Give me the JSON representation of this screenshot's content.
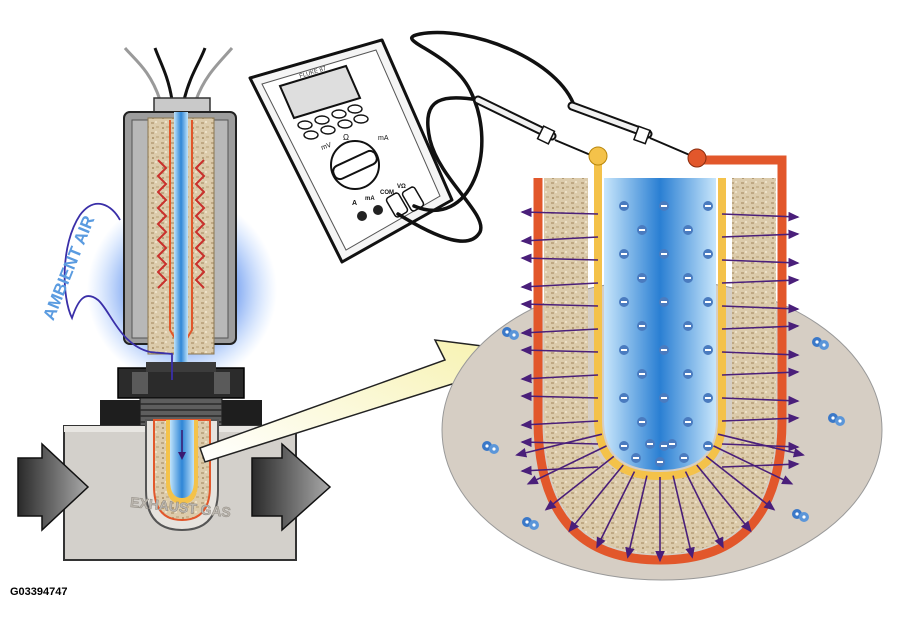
{
  "labels": {
    "ambient_air": "AMBIENT AIR",
    "exhaust_gas": "EXHAUST GAS",
    "figure_id": "G03394747"
  },
  "multimeter": {
    "brand": "FLUKE 87",
    "jack_labels": [
      "A",
      "mA",
      "COM",
      "VΩ"
    ],
    "dial_labels": [
      "mV",
      "Ω",
      "mA"
    ]
  },
  "colors": {
    "ceramic": "#d8c7a6",
    "ceramic_speck": "#b9a27c",
    "electrode": "#e2572b",
    "inner_electrode": "#f4c24a",
    "air_core": "#4aa3e0",
    "halo": "#3b7fe0",
    "gas_cloud": "#d4cbc0",
    "ion_arrow": "#4a1f7a",
    "sensor_body": "#8a8a8a",
    "pipe": "#d0cdc8",
    "flow_arrow": "#6e6e6e"
  },
  "icons": [
    "ion-arrow-icon",
    "oxygen-molecule-icon",
    "flow-arrow-icon"
  ]
}
